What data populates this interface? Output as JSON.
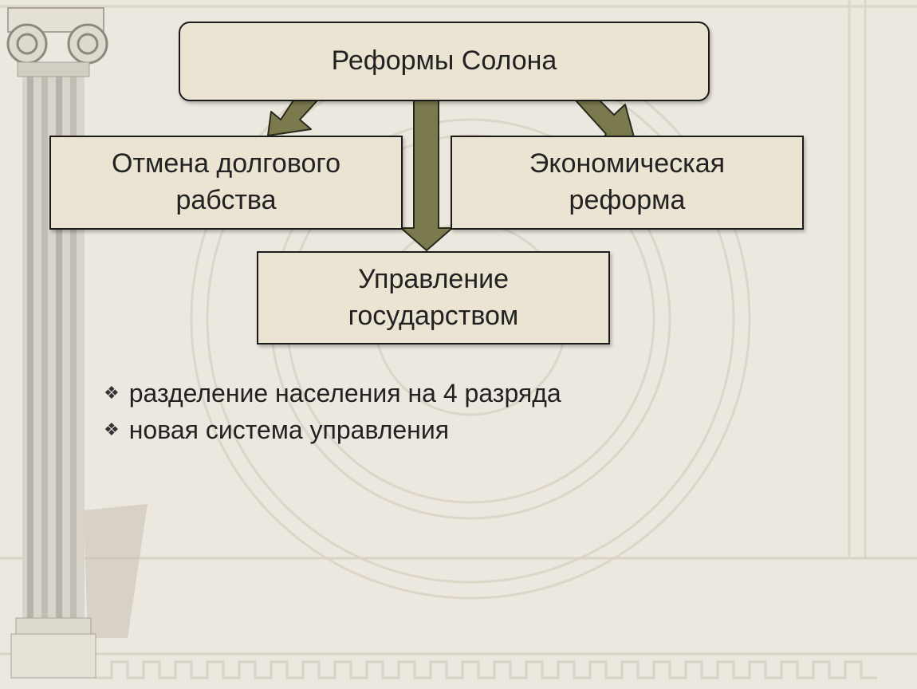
{
  "diagram": {
    "root": {
      "label": "Реформы Солона"
    },
    "children": [
      {
        "id": "left",
        "lines": [
          "Отмена долгового",
          "рабства"
        ]
      },
      {
        "id": "right",
        "lines": [
          "Экономическая",
          "реформа"
        ]
      },
      {
        "id": "bottom",
        "lines": [
          "Управление",
          "государством"
        ]
      }
    ],
    "arrow_color": "#7b7a4e",
    "bullet_icon": "diamond-flower-icon",
    "bullets": [
      "разделение населения на 4 разряда",
      "новая система управления"
    ]
  }
}
